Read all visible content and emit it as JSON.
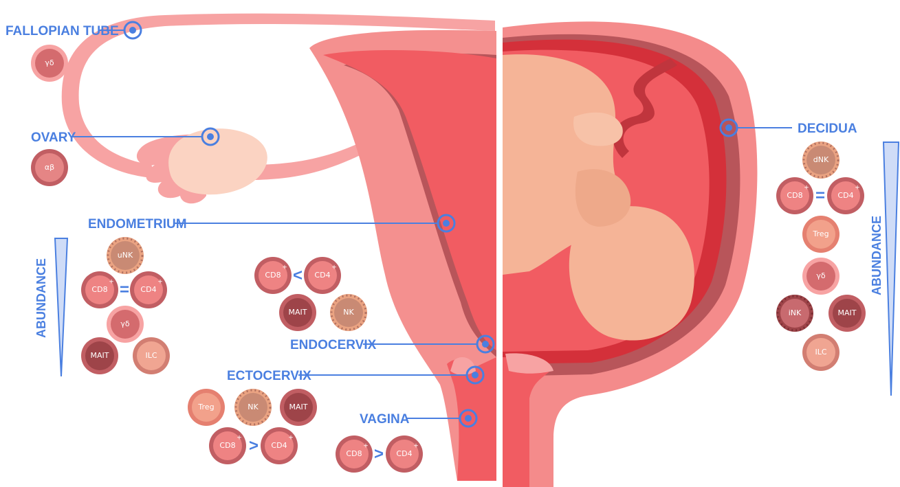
{
  "labels": {
    "fallopian_tube": "FALLOPIAN TUBE",
    "ovary": "OVARY",
    "endometrium": "ENDOMETRIUM",
    "endocervix": "ENDOCERVIX",
    "ectocervix": "ECTOCERVIX",
    "vagina": "VAGINA",
    "decidua": "DECIDUA"
  },
  "abundance": {
    "left": "ABUNDANCE",
    "right": "ABUNDANCE"
  },
  "cells": {
    "fallopian_gd": "γδ",
    "ovary_ab": "αβ",
    "endo_unk": "uNK",
    "endo_cd8": "CD8",
    "endo_cd4": "CD4",
    "endo_gd": "γδ",
    "endo_mait": "MAIT",
    "endo_ilc": "ILC",
    "endocx_cd8": "CD8",
    "endocx_cd4": "CD4",
    "endocx_mait": "MAIT",
    "endocx_nk": "NK",
    "ecto_treg": "Treg",
    "ecto_nk": "NK",
    "ecto_mait": "MAIT",
    "ecto_cd8": "CD8",
    "ecto_cd4": "CD4",
    "vag_cd8": "CD8",
    "vag_cd4": "CD4",
    "dec_dnk": "dNK",
    "dec_cd8": "CD8",
    "dec_cd4": "CD4",
    "dec_treg": "Treg",
    "dec_gd": "γδ",
    "dec_ink": "iNK",
    "dec_mait": "MAIT",
    "dec_ilc": "ILC"
  },
  "symbols": {
    "plus": "+",
    "equals": "=",
    "less_than": "<",
    "greater_than": ">"
  },
  "colors": {
    "label_blue": "#4a7fe0",
    "uterus_outer": "#f48b8b",
    "uterus_light": "#f9a5a5",
    "uterus_inner": "#f05a5f",
    "uterus_dark": "#c0434a",
    "fetus": "#f5b497"
  }
}
